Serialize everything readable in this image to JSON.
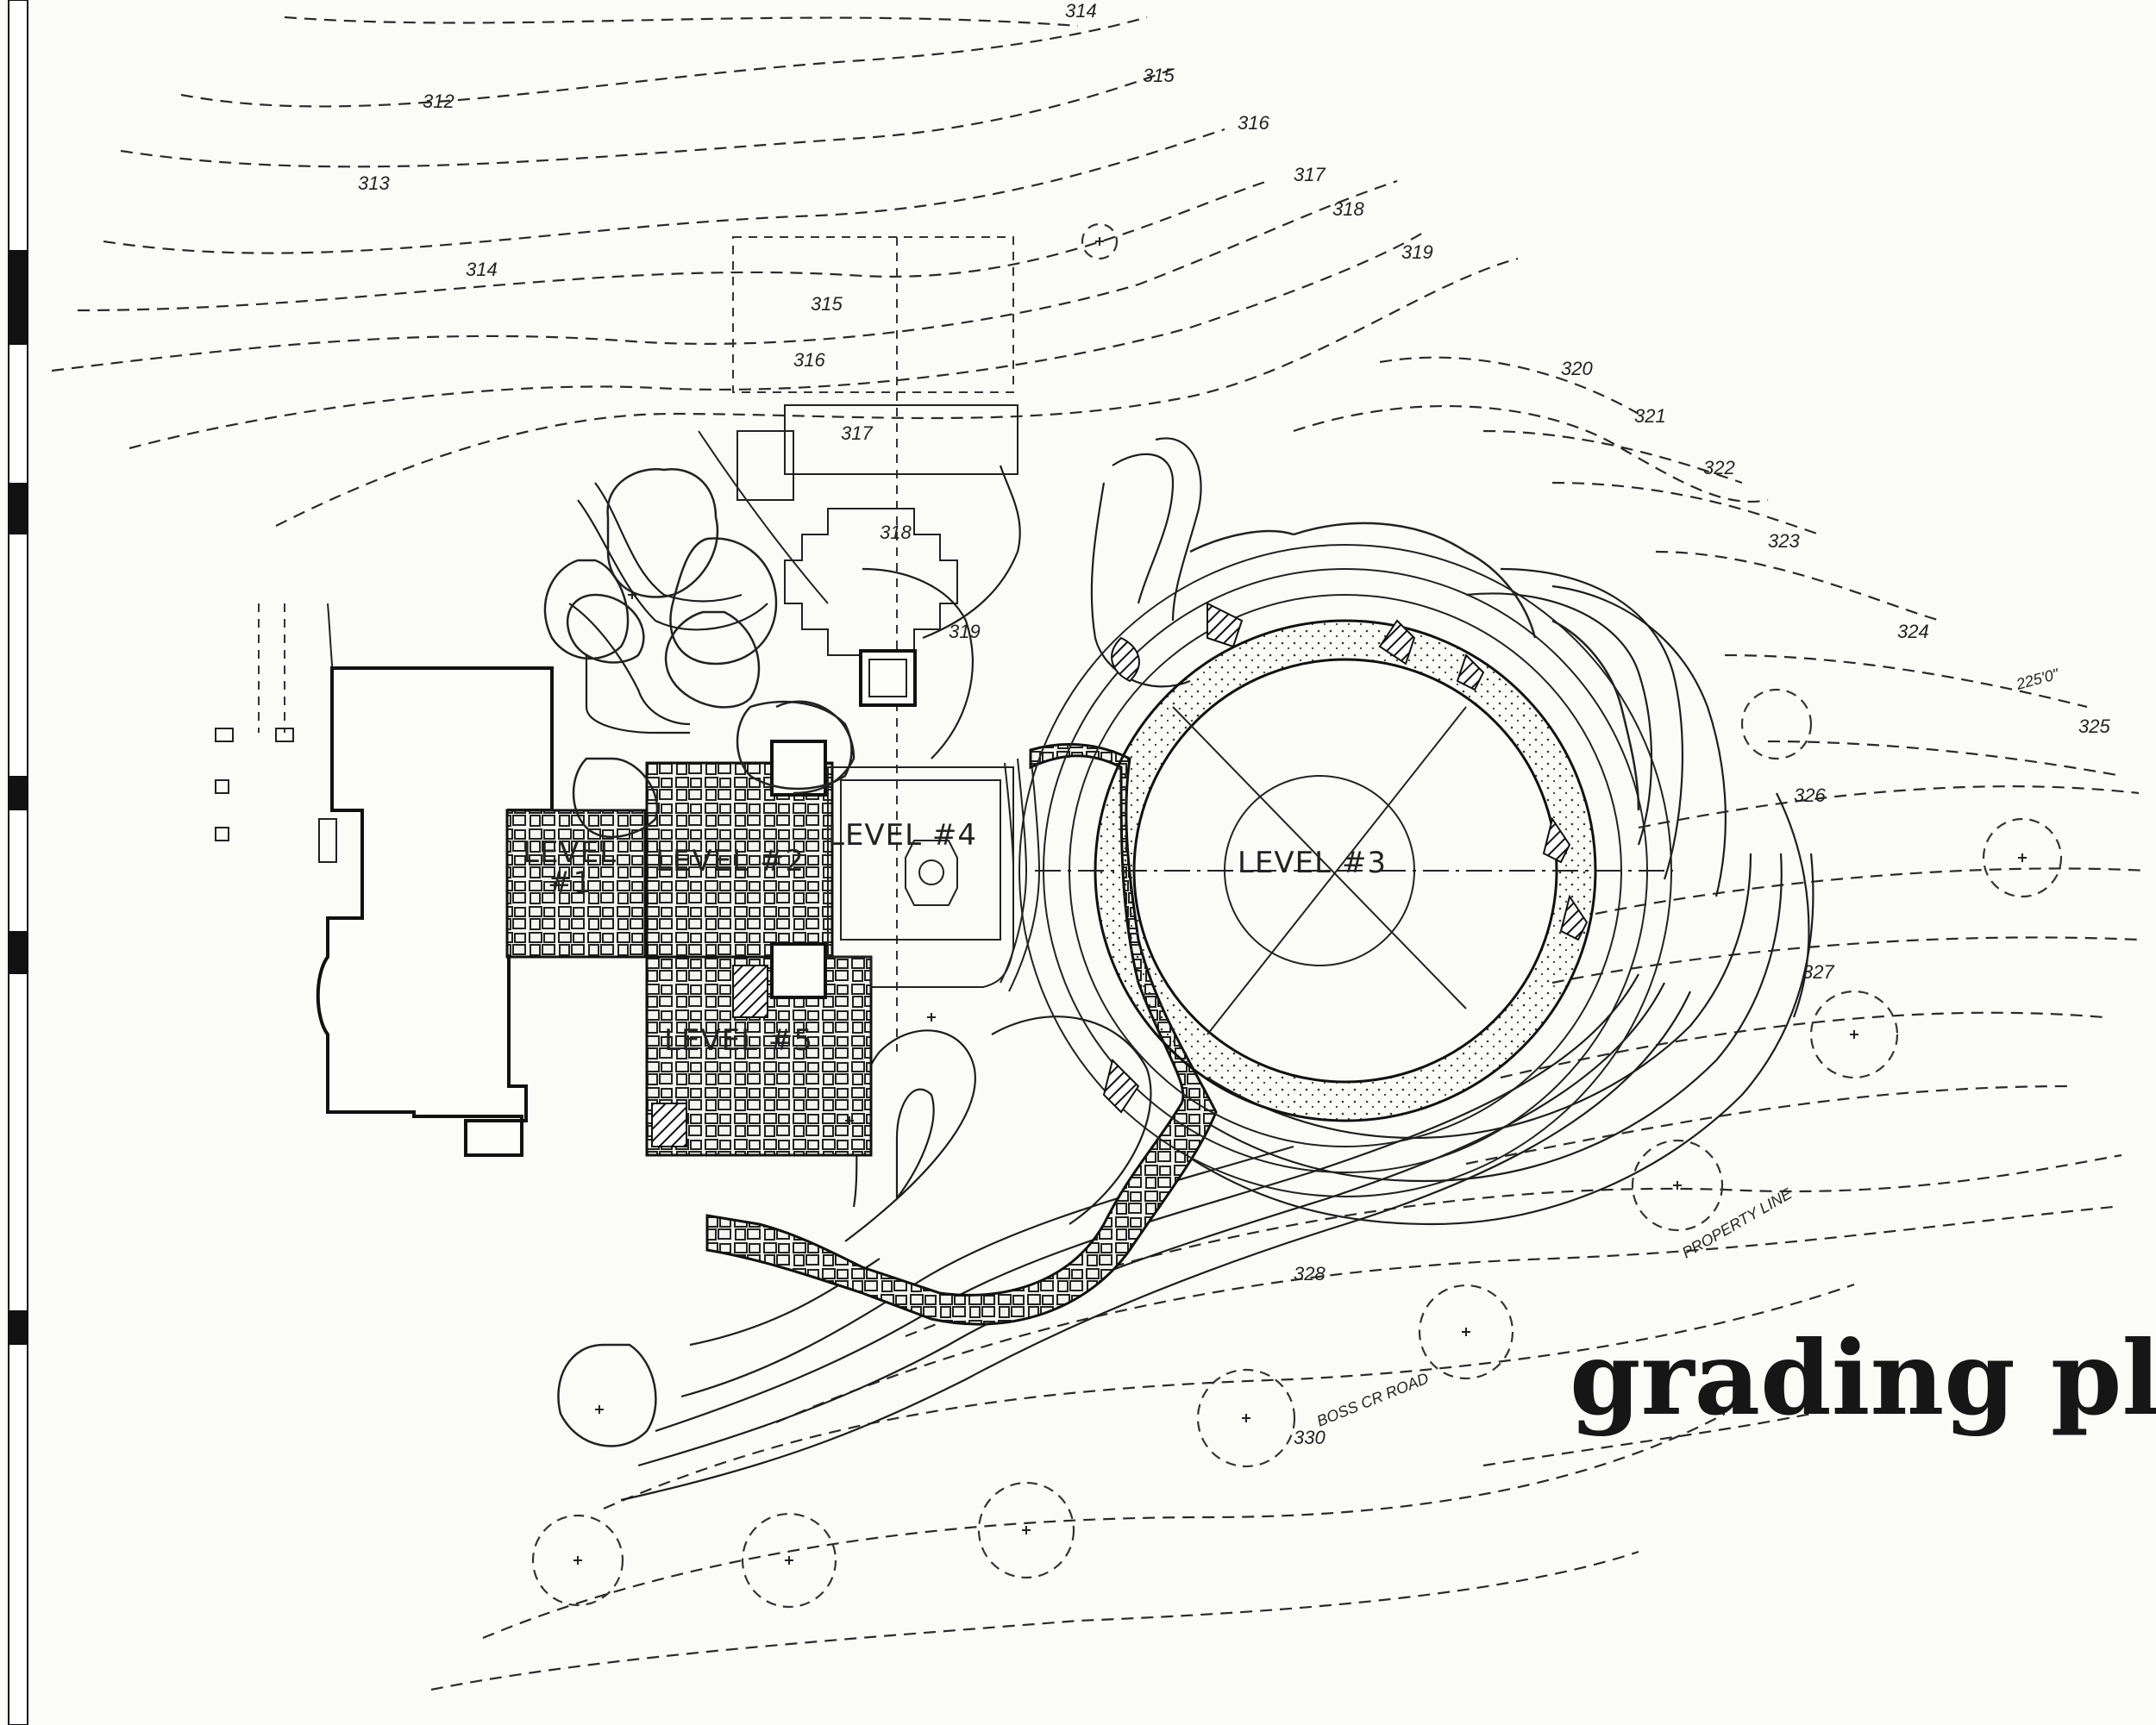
{
  "title": "grading plan",
  "levels": [
    {
      "id": "level-1",
      "label_line1": "LEVEL",
      "label_line2": "#1"
    },
    {
      "id": "level-2",
      "label": "LEVEL #2"
    },
    {
      "id": "level-3",
      "label": "LEVEL #3"
    },
    {
      "id": "level-4",
      "label": "LEVEL #4"
    },
    {
      "id": "level-5",
      "label": "LEVEL #5"
    }
  ],
  "contour_labels": {
    "c312": "312",
    "c313": "313",
    "c314": "314",
    "c314b": "314",
    "c315": "315",
    "c315b": "315",
    "c316": "316",
    "c316b": "316",
    "c317": "317",
    "c317b": "317",
    "c318": "318",
    "c318b": "318",
    "c319": "319",
    "c319b": "319",
    "c320": "320",
    "c321": "321",
    "c322": "322",
    "c323": "323",
    "c324": "324",
    "c325": "325",
    "c326": "326",
    "c327": "327",
    "c328": "328",
    "c330": "330"
  },
  "notes": {
    "dim": "225'0\"",
    "property_line": "PROPERTY LINE",
    "road": "BOSS CR ROAD"
  }
}
